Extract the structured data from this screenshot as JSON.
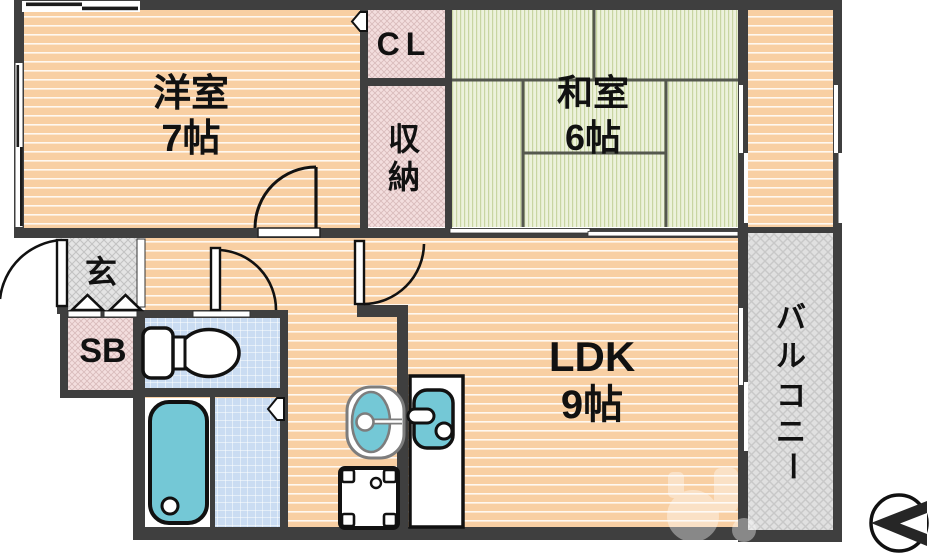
{
  "plan_title": "apartment-floor-plan",
  "rooms": {
    "western": {
      "line1": "洋室",
      "line2": "7帖"
    },
    "japanese": {
      "line1": "和室",
      "line2": "6帖"
    },
    "ldk": {
      "line1": "LDK",
      "line2": "9帖"
    },
    "closet": {
      "label": "CL"
    },
    "storage": {
      "label": "収納",
      "chars": [
        "収",
        "納"
      ]
    },
    "entrance": {
      "label": "玄"
    },
    "shoebox": {
      "label": "SB"
    },
    "balcony": {
      "label": "バルコニー",
      "chars": [
        "バ",
        "ル",
        "コ",
        "ニ",
        "ー"
      ]
    }
  },
  "colors": {
    "wall": "#3f3f3f",
    "wood_floor": "#f8cfa3",
    "floor_line": "#ffffff",
    "tatami_base": "#edf2dc",
    "tatami_stripe": "#c8d5a2",
    "tatami_joint": "#55584e",
    "closet_fill": "#f3dede",
    "closet_hatch": "#d9bcbc",
    "entrance_fill": "#e4e4e4",
    "entrance_hatch": "#c2c2c2",
    "balcony_fill": "#e0e0e0",
    "balcony_hatch": "#c6c6c6",
    "tile_fill": "#cadcf2",
    "tile_line": "#ffffff",
    "fixture_cyan": "#74c8d6",
    "outline": "#111111"
  }
}
